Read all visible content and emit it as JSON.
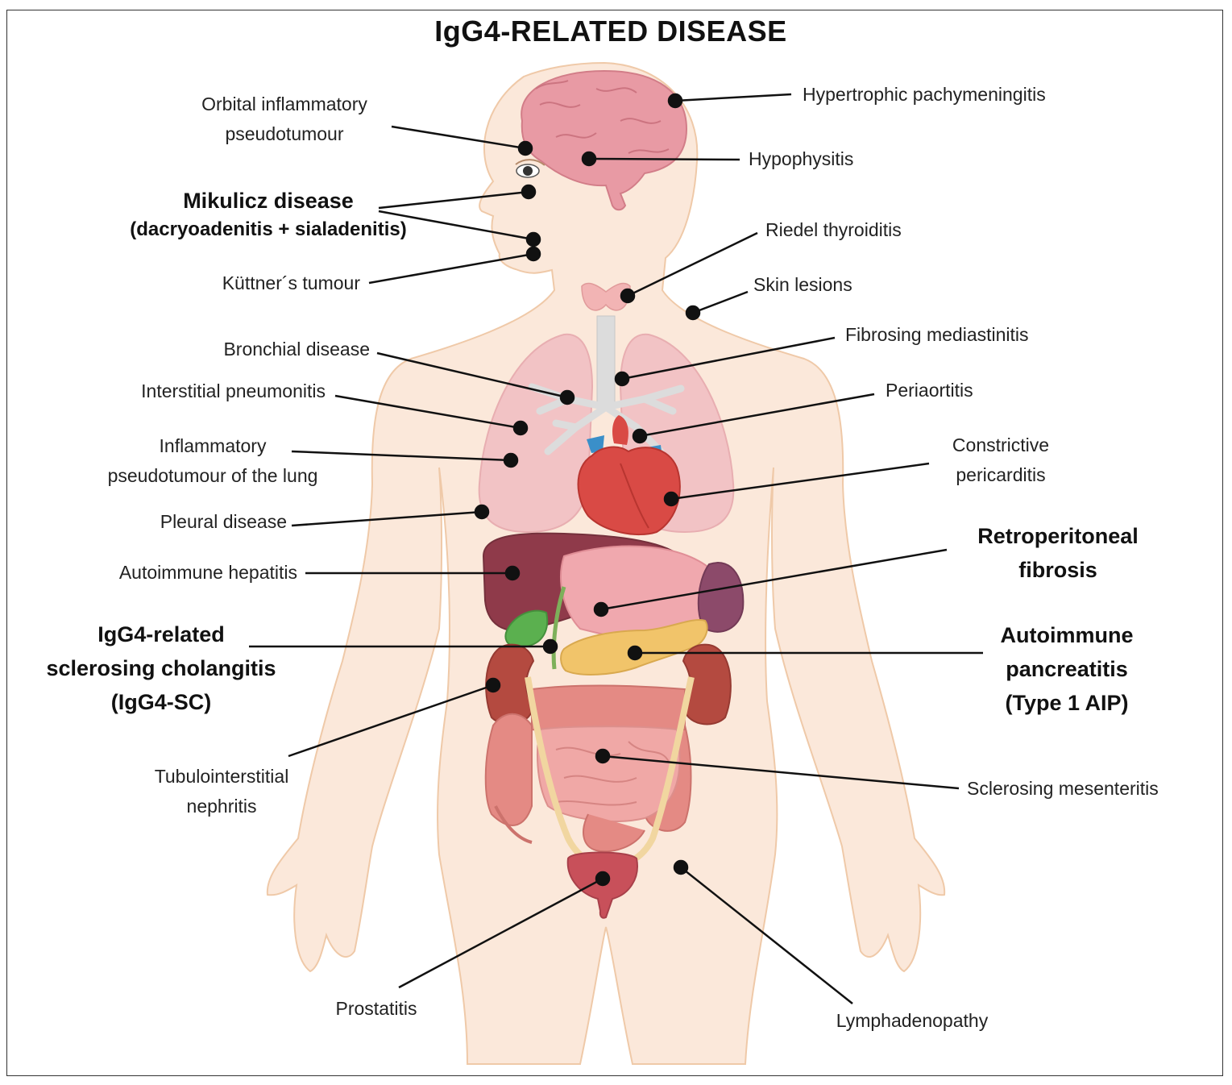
{
  "title": "IgG4-RELATED DISEASE",
  "colors": {
    "skin": "#fbe8da",
    "skin_outline": "#efc9a8",
    "brain": "#e89aa4",
    "lung": "#f2c3c5",
    "heart": "#d94a45",
    "vein": "#3a8fc9",
    "liver": "#8f3a4a",
    "gallbladder": "#5bb04f",
    "pancreas": "#f1c46a",
    "kidney": "#b44a40",
    "spleen": "#8c4a6a",
    "intestine": "#e48a84",
    "bladder": "#c8505a",
    "pointer": "#111111"
  },
  "labels": {
    "orbital": [
      "Orbital inflammatory",
      "pseudotumour"
    ],
    "mikulicz_title": "Mikulicz disease",
    "mikulicz_sub": "(dacryoadenitis + sialadenitis)",
    "kuttner": "Küttner´s tumour",
    "bronchial": "Bronchial disease",
    "interstitial": "Interstitial pneumonitis",
    "inflam_lung": [
      "Inflammatory",
      "pseudotumour of the lung"
    ],
    "pleural": "Pleural disease",
    "autoimmune_hep": "Autoimmune hepatitis",
    "sc": [
      "IgG4-related",
      "sclerosing cholangitis",
      "(IgG4-SC)"
    ],
    "tubulo": [
      "Tubulointerstitial",
      "nephritis"
    ],
    "prostatitis": "Prostatitis",
    "pachy": "Hypertrophic pachymeningitis",
    "hypophysitis": "Hypophysitis",
    "riedel": "Riedel thyroiditis",
    "skin": "Skin lesions",
    "mediastinitis": "Fibrosing mediastinitis",
    "periaortitis": "Periaortitis",
    "pericarditis": [
      "Constrictive",
      "pericarditis"
    ],
    "retro": [
      "Retroperitoneal",
      "fibrosis"
    ],
    "aip": [
      "Autoimmune",
      "pancreatitis",
      "(Type 1 AIP)"
    ],
    "mesenteritis": "Sclerosing mesenteritis",
    "lymph": "Lymphadenopathy"
  }
}
